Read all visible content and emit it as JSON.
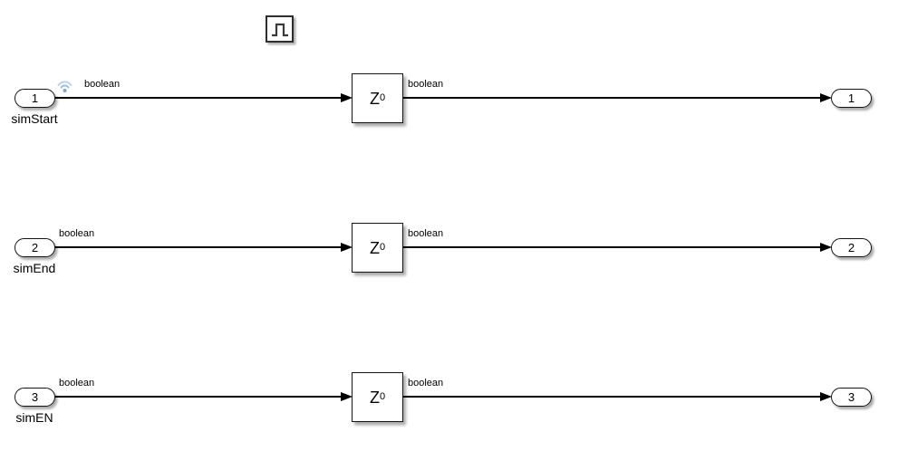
{
  "diagram": {
    "type": "simulink-block-diagram",
    "colors": {
      "background": "#ffffff",
      "line": "#000000",
      "block_border": "#141414",
      "shadow": "rgba(0,0,0,0.33)",
      "logging_icon_arc_outer": "#bcd4e8",
      "logging_icon_arc_inner": "#9cc0dd",
      "logging_icon_dot": "#7aa6cc",
      "pulse_icon_stroke": "#3a3a3a"
    },
    "pulse_block": {
      "icon": "pulse-icon"
    },
    "rows": [
      {
        "inport": {
          "number": "1",
          "name": "simStart",
          "logged": true
        },
        "in_signal": "boolean",
        "delay": {
          "base": "Z",
          "sup": "0"
        },
        "out_signal": "boolean",
        "outport": {
          "number": "1"
        }
      },
      {
        "inport": {
          "number": "2",
          "name": "simEnd",
          "logged": false
        },
        "in_signal": "boolean",
        "delay": {
          "base": "Z",
          "sup": "0"
        },
        "out_signal": "boolean",
        "outport": {
          "number": "2"
        }
      },
      {
        "inport": {
          "number": "3",
          "name": "simEN",
          "logged": false
        },
        "in_signal": "boolean",
        "delay": {
          "base": "Z",
          "sup": "0"
        },
        "out_signal": "boolean",
        "outport": {
          "number": "3"
        }
      }
    ]
  }
}
